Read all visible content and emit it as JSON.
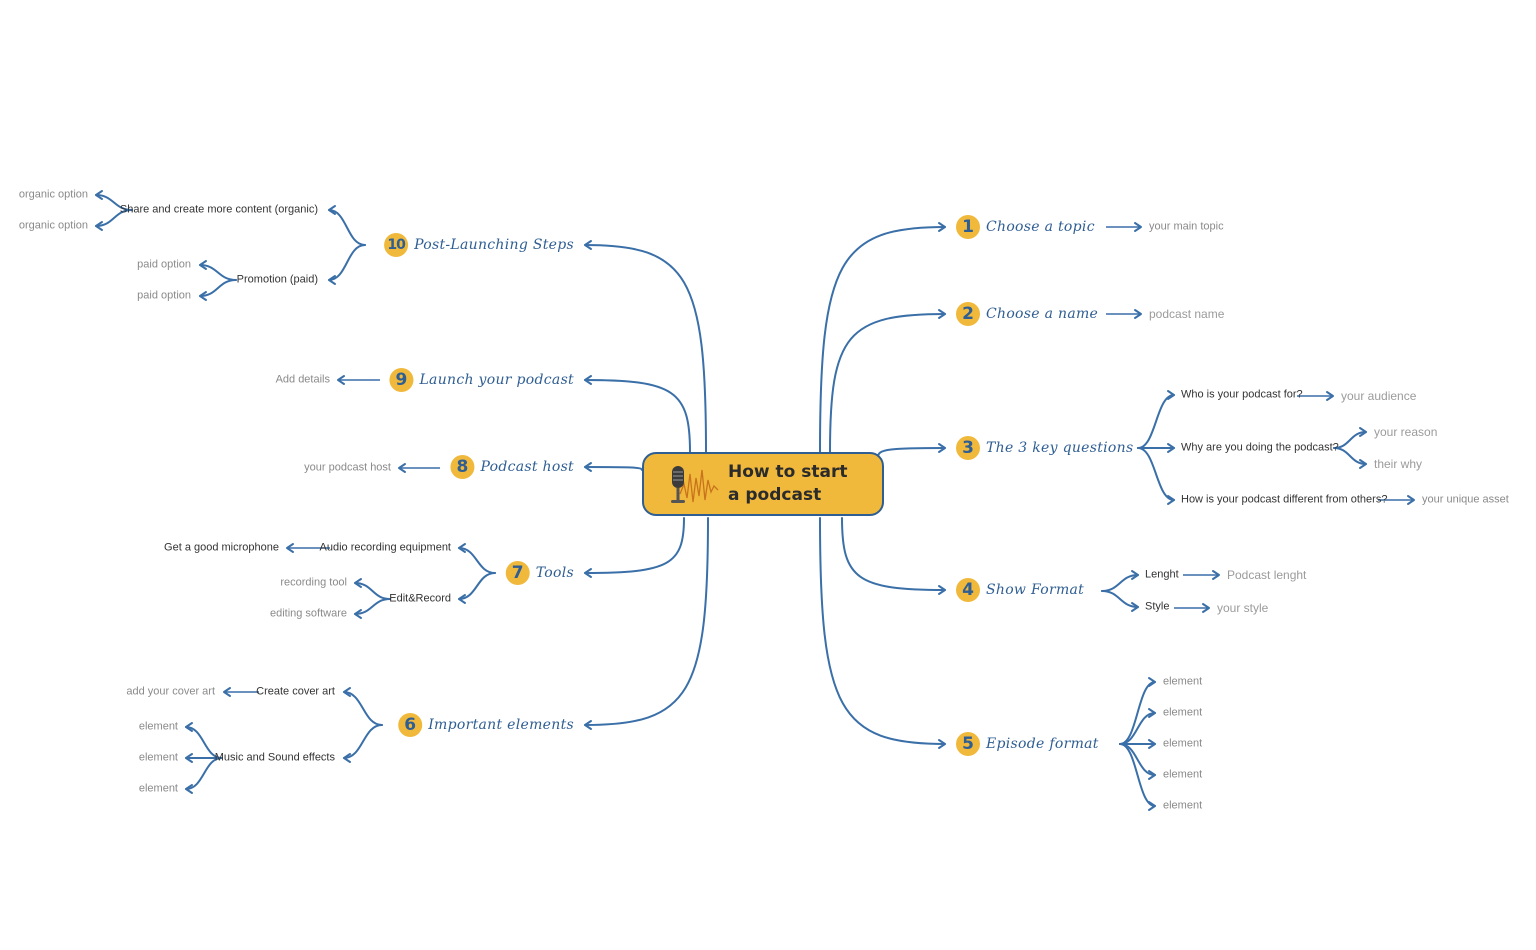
{
  "central": {
    "title": "How to start\na podcast",
    "icon": "microphone-soundwave-icon",
    "fill": "#f0b93b",
    "border": "#2f5e93"
  },
  "colors": {
    "line": "#3a6fa8",
    "topic_text": "#2f5e93",
    "badge": "#f0b93b",
    "subtopic_text": "#333333",
    "leaf_text": "#8a8a8a"
  },
  "topics": [
    {
      "number": "1",
      "label": "Choose a topic",
      "children": [
        {
          "label": "your main topic"
        }
      ]
    },
    {
      "number": "2",
      "label": "Choose a name",
      "children": [
        {
          "label": "podcast name"
        }
      ]
    },
    {
      "number": "3",
      "label": "The 3 key questions",
      "children": [
        {
          "label": "Who is your podcast for?",
          "children": [
            {
              "label": "your audience"
            }
          ]
        },
        {
          "label": "Why are you doing the podcast?",
          "children": [
            {
              "label": "your reason"
            },
            {
              "label": "their why"
            }
          ]
        },
        {
          "label": "How is your podcast different from others?",
          "children": [
            {
              "label": "your unique asset"
            }
          ]
        }
      ]
    },
    {
      "number": "4",
      "label": "Show Format",
      "children": [
        {
          "label": "Lenght",
          "children": [
            {
              "label": "Podcast lenght"
            }
          ]
        },
        {
          "label": "Style",
          "children": [
            {
              "label": "your style"
            }
          ]
        }
      ]
    },
    {
      "number": "5",
      "label": "Episode format",
      "children": [
        {
          "label": "element"
        },
        {
          "label": "element"
        },
        {
          "label": "element"
        },
        {
          "label": "element"
        },
        {
          "label": "element"
        }
      ]
    },
    {
      "number": "6",
      "label": "Important elements",
      "children": [
        {
          "label": "Create cover art",
          "children": [
            {
              "label": "add your cover art"
            }
          ]
        },
        {
          "label": "Music and Sound effects",
          "children": [
            {
              "label": "element"
            },
            {
              "label": "element"
            },
            {
              "label": "element"
            }
          ]
        }
      ]
    },
    {
      "number": "7",
      "label": "Tools",
      "children": [
        {
          "label": "Audio recording equipment",
          "children": [
            {
              "label": "Get a good microphone"
            }
          ]
        },
        {
          "label": "Edit&Record",
          "children": [
            {
              "label": "recording tool"
            },
            {
              "label": "editing software"
            }
          ]
        }
      ]
    },
    {
      "number": "8",
      "label": "Podcast host",
      "children": [
        {
          "label": "your podcast host"
        }
      ]
    },
    {
      "number": "9",
      "label": "Launch your podcast",
      "children": [
        {
          "label": "Add details"
        }
      ]
    },
    {
      "number": "10",
      "label": "Post-Launching Steps",
      "children": [
        {
          "label": "Share and create more content (organic)",
          "children": [
            {
              "label": "organic option"
            },
            {
              "label": "organic option"
            }
          ]
        },
        {
          "label": "Promotion (paid)",
          "children": [
            {
              "label": "paid option"
            },
            {
              "label": "paid option"
            }
          ]
        }
      ]
    }
  ]
}
